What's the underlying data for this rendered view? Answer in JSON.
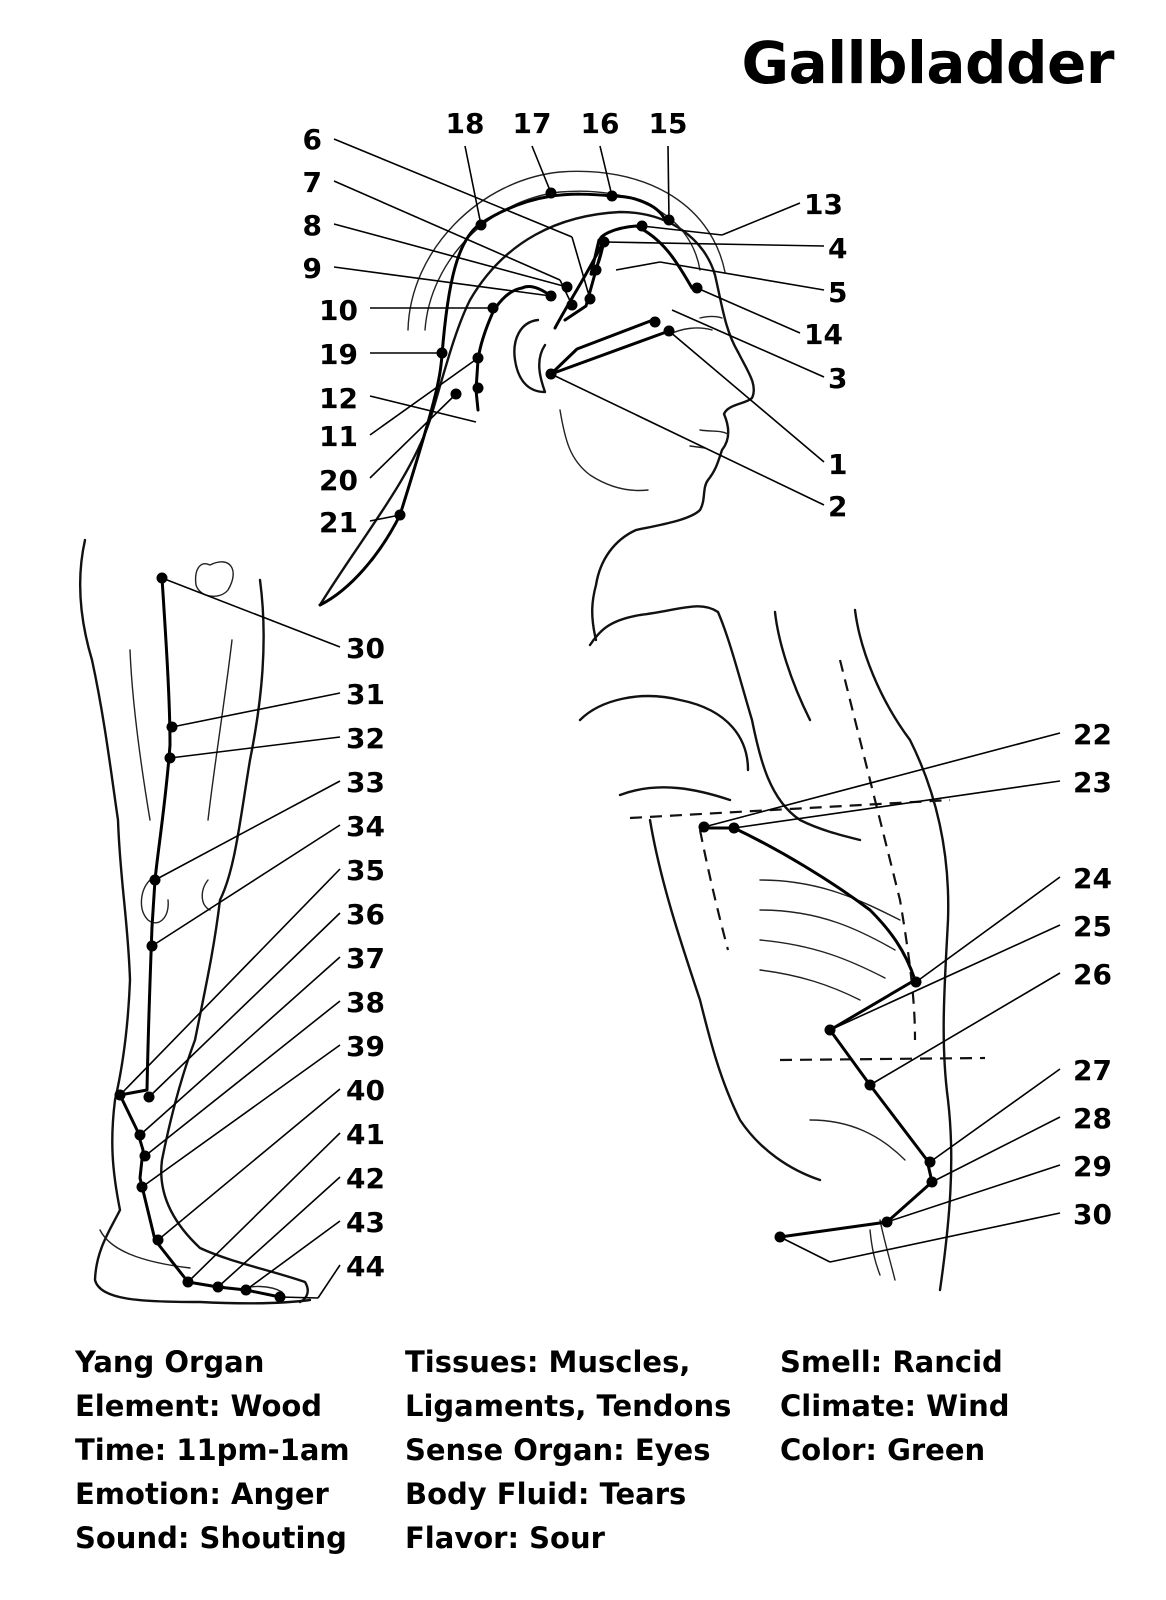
{
  "title": "Gallbladder",
  "points": [
    {
      "label": "1"
    },
    {
      "label": "2"
    },
    {
      "label": "3"
    },
    {
      "label": "4"
    },
    {
      "label": "5"
    },
    {
      "label": "6"
    },
    {
      "label": "7"
    },
    {
      "label": "8"
    },
    {
      "label": "9"
    },
    {
      "label": "10"
    },
    {
      "label": "11"
    },
    {
      "label": "12"
    },
    {
      "label": "13"
    },
    {
      "label": "14"
    },
    {
      "label": "15"
    },
    {
      "label": "16"
    },
    {
      "label": "17"
    },
    {
      "label": "18"
    },
    {
      "label": "19"
    },
    {
      "label": "20"
    },
    {
      "label": "21"
    },
    {
      "label": "22"
    },
    {
      "label": "23"
    },
    {
      "label": "24"
    },
    {
      "label": "25"
    },
    {
      "label": "26"
    },
    {
      "label": "27"
    },
    {
      "label": "28"
    },
    {
      "label": "29"
    },
    {
      "label": "30"
    },
    {
      "label": "30"
    },
    {
      "label": "31"
    },
    {
      "label": "32"
    },
    {
      "label": "33"
    },
    {
      "label": "34"
    },
    {
      "label": "35"
    },
    {
      "label": "36"
    },
    {
      "label": "37"
    },
    {
      "label": "38"
    },
    {
      "label": "39"
    },
    {
      "label": "40"
    },
    {
      "label": "41"
    },
    {
      "label": "42"
    },
    {
      "label": "43"
    },
    {
      "label": "44"
    }
  ],
  "info": {
    "col1": [
      "Yang Organ",
      "Element: Wood",
      "Time: 11pm-1am",
      "Emotion: Anger",
      "Sound: Shouting"
    ],
    "col2": [
      "Tissues: Muscles,",
      "Ligaments, Tendons",
      "Sense Organ: Eyes",
      "Body Fluid: Tears",
      "Flavor: Sour"
    ],
    "col3": [
      "Smell: Rancid",
      "Climate: Wind",
      "Color: Green"
    ]
  }
}
